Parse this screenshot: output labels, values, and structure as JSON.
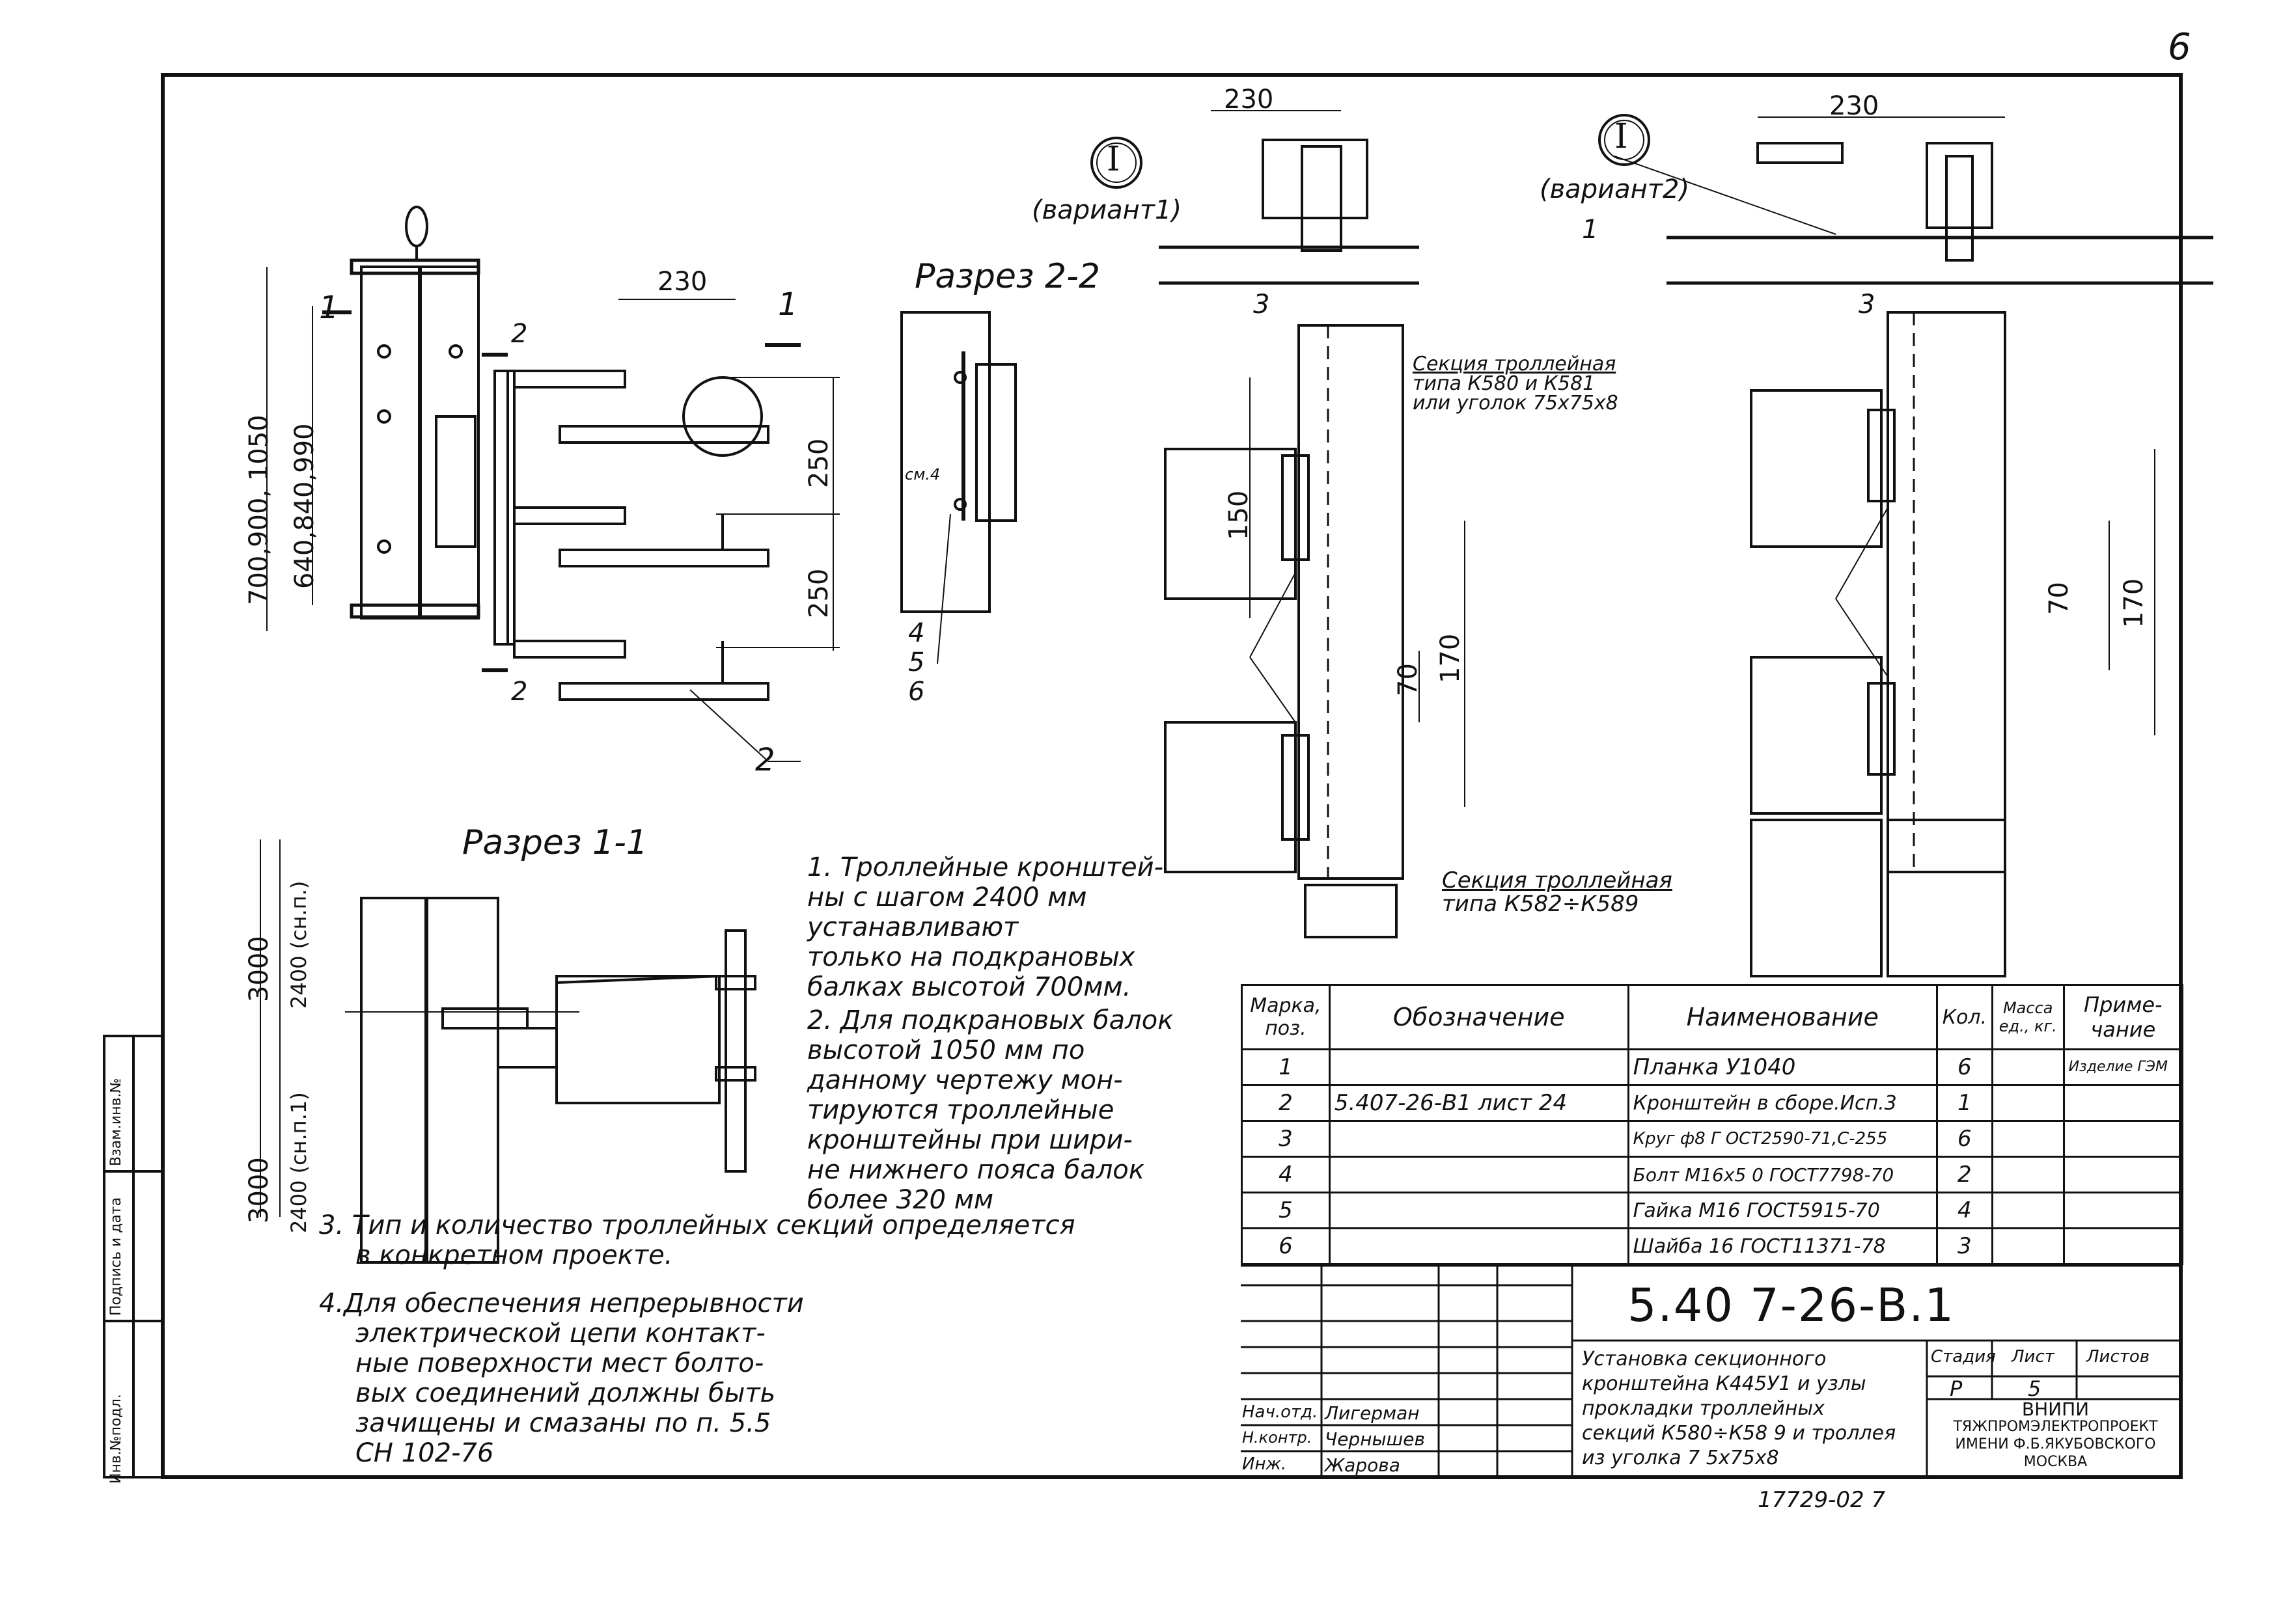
{
  "sheet_number": "6",
  "views": {
    "section_2_2": "Разрез 2-2",
    "section_1_1": "Разрез 1-1",
    "detail_variant1": {
      "mark": "I",
      "label": "(вариант1)"
    },
    "detail_variant2": {
      "mark": "I",
      "label": "(вариант2)"
    }
  },
  "dimensions": {
    "d230_a": "230",
    "d230_b": "230",
    "d230_c": "230",
    "d250_a": "250",
    "d250_b": "250",
    "heights_outer": "700,900, 1050",
    "heights_inner": "640,840,990",
    "d150": "150",
    "d70_a": "70",
    "d170_a": "170",
    "d70_b": "70",
    "d170_b": "170",
    "d3000_a": "3000",
    "d2400_a": "2400 (сн.п.)",
    "d3000_b": "3000",
    "d2400_b": "2400 (сн.п.1)"
  },
  "callouts": {
    "c1": "1",
    "c2a": "2",
    "c2b": "2",
    "c2c": "2",
    "c3a": "3",
    "c3b": "3",
    "c1b": "1",
    "c4": "4",
    "c5": "5",
    "c6": "6",
    "cm4": "см.4"
  },
  "section_labels": {
    "trolley_section_a": [
      "Секция троллейная",
      "типа К580 и К581",
      "или уголок 75x75x8"
    ],
    "trolley_section_b": [
      "Секция троллейная",
      "типа К582÷К589"
    ]
  },
  "notes": {
    "n1": [
      "1. Троллейные кронштей-",
      "ны с шагом  2400 мм",
      "устанавливают",
      "только на подкрановых",
      "балках высотой 700мм."
    ],
    "n2": [
      "2. Для подкрановых балок",
      "высотой 1050 мм по",
      "данному чертежу мон-",
      "тируются троллейные",
      "кронштейны при шири-",
      "не нижнего пояса балок",
      "более 320 мм"
    ],
    "n3": [
      "3. Тип и количество троллейных секций определяется",
      "в конкретном проекте."
    ],
    "n4": [
      "4.Для обеспечения непрерывности",
      "электрической цепи контакт-",
      "ные поверхности мест болто-",
      "вых соединений должны быть",
      "зачищены и смазаны по п. 5.5",
      "СН 102-76"
    ]
  },
  "spec_table": {
    "headers": [
      "Марка, поз.",
      "Обозначение",
      "Наименование",
      "Кол.",
      "Масса ед., кг.",
      "Приме- чание"
    ],
    "rows": [
      [
        "1",
        "",
        "Планка  У1040",
        "6",
        "",
        "Изделие ГЭМ"
      ],
      [
        "2",
        "5.407-26-В1 лист 24",
        "Кронштейн в сборе.Исп.3",
        "1",
        "",
        ""
      ],
      [
        "3",
        "",
        "Круг ф8 Г ОСТ2590-71,С-255",
        "6",
        "",
        ""
      ],
      [
        "4",
        "",
        "Болт М16х5 0 ГОСТ7798-70",
        "2",
        "",
        ""
      ],
      [
        "5",
        "",
        "Гайка М16  ГОСТ5915-70",
        "4",
        "",
        ""
      ],
      [
        "6",
        "",
        "Шайба 16  ГОСТ11371-78",
        "3",
        "",
        ""
      ]
    ]
  },
  "title_block": {
    "code": "5.40 7-26-В.1",
    "title": [
      "Установка секционного",
      "кронштейна К445У1 и узлы",
      "прокладки троллейных",
      "секций К580÷К58 9 и троллея",
      "из уголка 7 5х75х8"
    ],
    "stage_label": "Стадия",
    "sheet_label": "Лист",
    "sheets_label": "Листов",
    "stage": "Р",
    "sheet": "5",
    "sheets": "",
    "org": [
      "ВНИПИ",
      "ТЯЖПРОМЭЛЕКТРОПРОЕКТ",
      "ИМЕНИ Ф.Б.ЯКУБОВСКОГО",
      "МОСКВА"
    ],
    "signatures": [
      {
        "role": "Нач.отд.",
        "name": "Лигерман"
      },
      {
        "role": "Н.контр.",
        "name": "Чернышев"
      },
      {
        "role": "Инж.",
        "name": "Жарова"
      }
    ]
  },
  "sidebar": [
    "Инв.№подл.",
    "Подпись и дата",
    "Взам.инв.№"
  ],
  "footer_number": "17729-02 7"
}
